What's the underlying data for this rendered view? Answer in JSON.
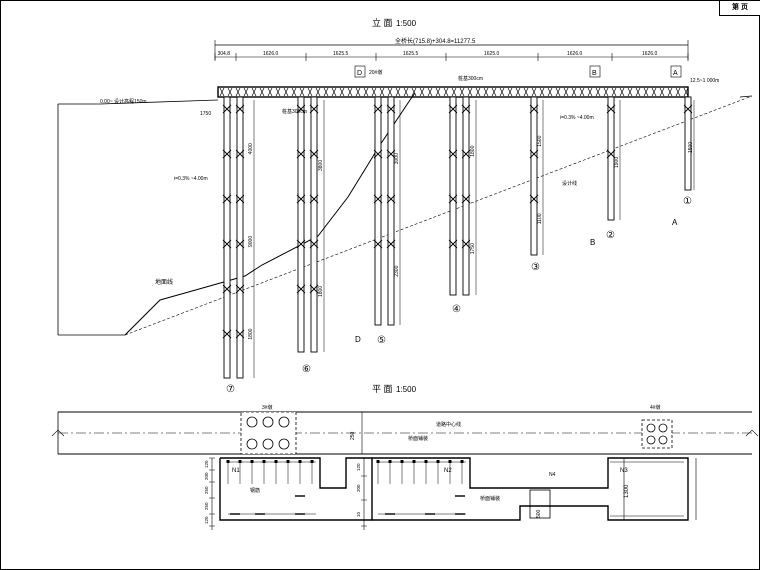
{
  "sheet": {
    "badge": "第 页"
  },
  "elevation": {
    "title": "立 面",
    "scale": "1:500",
    "total_length": "全桥长(715.8)+304.8=11277.5",
    "span_dims": [
      "304.8",
      "1626.0",
      "1625.5",
      "1625.5",
      "1625.0",
      "1626.0",
      "1626.0"
    ],
    "bridge_ends_label": "0.00~ 设计高程150m",
    "elev_left": "1750",
    "elev_right": "12.5~1 000m",
    "ground_label": "地面线",
    "slope_label": "设计线",
    "water_label": "i=0.3% ~4.00m",
    "section_marks": [
      "D",
      "B",
      "A",
      "D",
      "B",
      "A"
    ],
    "pier_numbers": [
      "⑦",
      "⑥",
      "⑤",
      "④",
      "③",
      "②",
      "①"
    ],
    "pier_lengths": [
      "4000",
      "9000",
      "1800",
      "3800",
      "1800",
      "3000",
      "2300",
      "1800",
      "1750",
      "1500",
      "1100",
      "1900",
      "1500"
    ],
    "pier_label": "桩基300cm"
  },
  "plan": {
    "title": "平 面",
    "scale": "1:500",
    "label_left": "3#墩",
    "label_right": "4#墩",
    "center_dim": "250",
    "center_line_label": "道路中心线",
    "deck_label": "桥面铺装",
    "box_labels": [
      "N1",
      "N2",
      "N3"
    ],
    "dims_left": [
      "120",
      "200",
      "250",
      "250",
      "120"
    ],
    "dims_mid": [
      "120",
      "200",
      "10"
    ],
    "dim_right": "1300",
    "dim_small": "500",
    "label_n4": "N4"
  }
}
